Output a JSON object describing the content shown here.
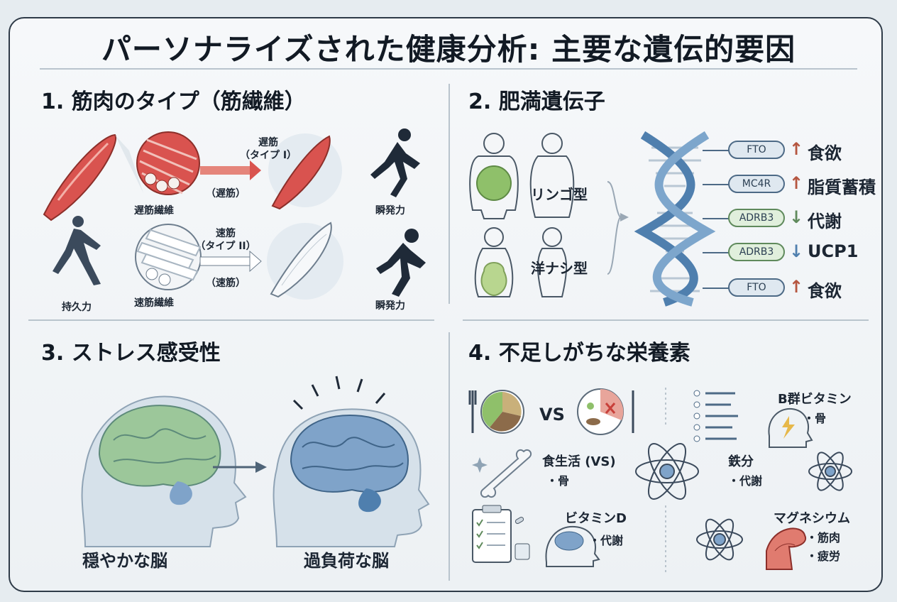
{
  "title": "パーソナライズされた健康分析: 主要な遺伝的要因",
  "sections": {
    "muscle": {
      "heading": "1. 筋肉のタイプ（筋繊維）",
      "slow_arrow_top": "遅筋\n（タイプ I）",
      "slow_arrow_bottom": "（遅筋）",
      "slow_fiber_label": "遅筋繊維",
      "slow_result_label": "瞬発力",
      "fast_arrow_top": "速筋\n（タイプ II）",
      "fast_arrow_bottom": "（速筋）",
      "fast_fiber_label": "速筋繊維",
      "fast_result_label": "瞬発力",
      "endurance_label": "持久力"
    },
    "obesity": {
      "heading": "2. 肥満遺伝子",
      "apple_label": "リンゴ型",
      "pear_label": "洋ナシ型",
      "genes": [
        {
          "gene": "FTO",
          "arrow": "↑",
          "effect": "食欲"
        },
        {
          "gene": "MC4R",
          "arrow": "↑",
          "effect": "脂質蓄積"
        },
        {
          "gene": "ADRB3",
          "arrow": "↓",
          "effect": "代謝"
        },
        {
          "gene": "ADRB3",
          "arrow": "↓",
          "effect": "UCP1"
        },
        {
          "gene": "FTO",
          "arrow": "↑",
          "effect": "食欲"
        }
      ]
    },
    "stress": {
      "heading": "3. ストレス感受性",
      "calm_label": "穏やかな脳",
      "overload_label": "過負荷な脳"
    },
    "nutrients": {
      "heading": "4. 不足しがちな栄養素",
      "vs_label": "VS",
      "diet_label": "食生活 (VS)",
      "diet_sub": "・骨",
      "b_vitamin_label": "B群ビタミン",
      "b_vitamin_sub": "・骨",
      "iron_label": "鉄分",
      "iron_sub": "・代謝",
      "vitamin_d_label": "ビタミンD",
      "vitamin_d_sub": "・代謝",
      "magnesium_label": "マグネシウム",
      "magnesium_sub1": "・筋肉",
      "magnesium_sub2": "・疲労"
    }
  },
  "colors": {
    "muscle_red": "#d9534f",
    "fiber_red": "#c8403a",
    "dna_blue": "#4f7fae",
    "apple_green": "#8fc06a",
    "brain_green": "#9cc79a",
    "brain_blue": "#7fa3c9",
    "up_arrow": "#b5553f",
    "down_arrow": "#4f7fae"
  }
}
